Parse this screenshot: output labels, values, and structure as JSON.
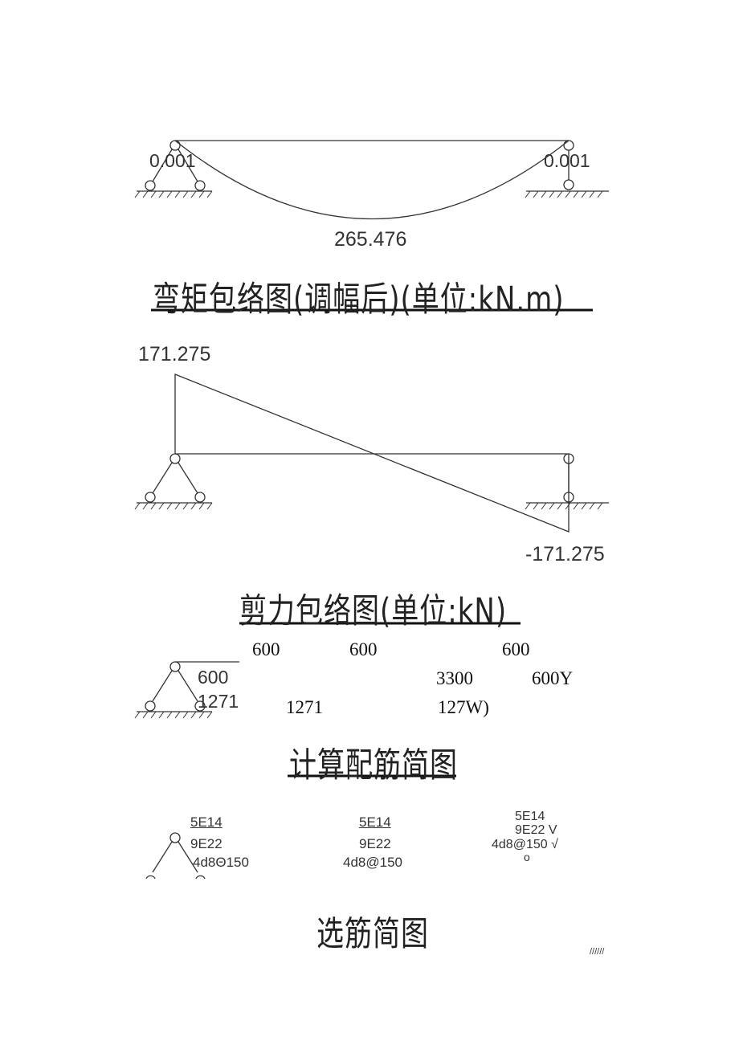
{
  "moment": {
    "left_value": "0.001",
    "right_value": "0.001",
    "max_value": "265.476",
    "title": "弯矩包络图(调幅后)(单位:kN.m)"
  },
  "shear": {
    "left_value": "171.275",
    "right_value": "-171.275",
    "title": "剪力包络图(单位:kN)"
  },
  "calc": {
    "top_labels": [
      "600",
      "600",
      "600"
    ],
    "support_labels": [
      "600",
      "1271"
    ],
    "row2_labels": [
      "3300",
      "600Y"
    ],
    "row3_labels": [
      "1271",
      "127W)"
    ],
    "title": "计算配筋简图"
  },
  "select": {
    "group1": [
      "5E14",
      "9E22",
      "4d8Θ150"
    ],
    "group2": [
      "5E14",
      "9E22",
      "4d8@150"
    ],
    "group3": [
      "5E14",
      "9E22 V",
      "4d8@150 √",
      "o"
    ],
    "title": "选筋简图",
    "mark": "//////"
  }
}
